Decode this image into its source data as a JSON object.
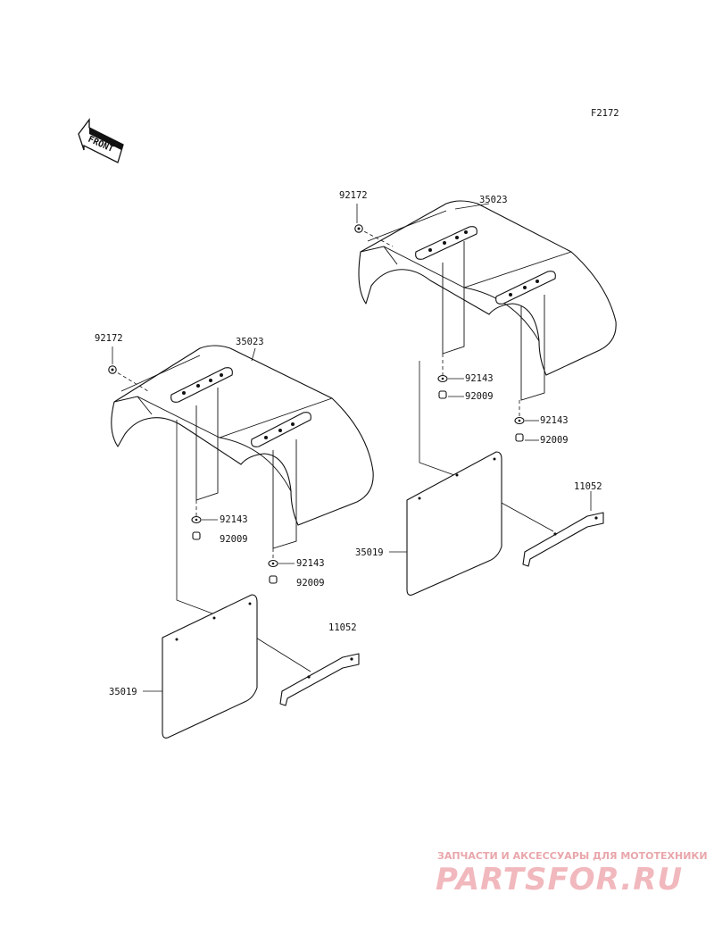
{
  "figure_code": "F2172",
  "front_label": "FRONT",
  "watermark": {
    "caption": "ЗАПЧАСТИ И АКСЕССУАРЫ ДЛЯ МОТОТЕХНИКИ",
    "logo": "PARTSFOR.RU"
  },
  "left_assembly": {
    "fender_bolt": "92172",
    "fender": "35023",
    "washer_front": "92143",
    "bolt_front": "92009",
    "washer_rear": "92143",
    "bolt_rear": "92009",
    "bracket": "11052",
    "mud_flap": "35019"
  },
  "right_assembly": {
    "fender_bolt": "92172",
    "fender": "35023",
    "washer_front": "92143",
    "bolt_front": "92009",
    "washer_rear": "92143",
    "bolt_rear": "92009",
    "bracket": "11052",
    "mud_flap": "35019"
  }
}
